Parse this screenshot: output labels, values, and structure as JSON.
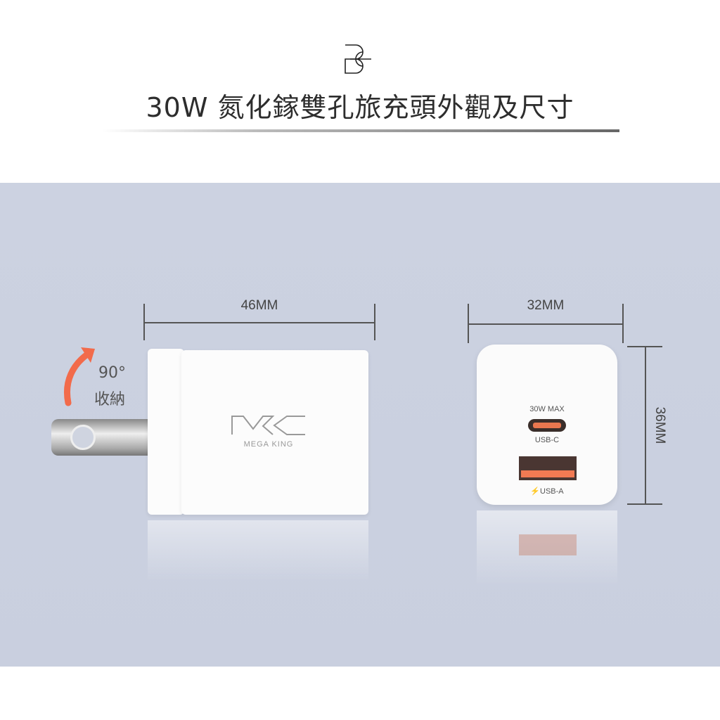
{
  "header": {
    "logo_text": "BC",
    "title": "30W 氮化鎵雙孔旅充頭外觀及尺寸"
  },
  "side_view": {
    "width_label": "46MM",
    "rotation_label": "90°",
    "fold_label": "收納",
    "brand_logo": "MK",
    "brand_name": "MEGA KING"
  },
  "front_view": {
    "width_label": "32MM",
    "height_label": "36MM",
    "usb_c_power": "30W MAX",
    "usb_c_label": "USB-C",
    "usb_a_label": "USB-A"
  },
  "colors": {
    "accent": "#f26b4b",
    "panel": "#ccd2e1"
  }
}
